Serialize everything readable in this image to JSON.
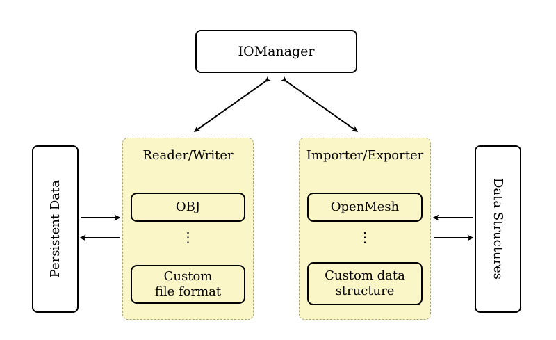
{
  "diagram": {
    "io_manager": {
      "label": "IOManager"
    },
    "left_group": {
      "title": "Reader/Writer",
      "top_item": "OBJ",
      "dots": "⋮",
      "bottom_item": "Custom\nfile format"
    },
    "right_group": {
      "title": "Importer/Exporter",
      "top_item": "OpenMesh",
      "dots": "⋮",
      "bottom_item": "Custom data\nstructure"
    },
    "left_side": {
      "label": "Persistent Data"
    },
    "right_side": {
      "label": "Data Structures"
    },
    "colors": {
      "group_fill": "#fbf6c8",
      "group_border": "#a8a878",
      "node_border": "#000000",
      "background": "#ffffff",
      "arrow": "#000000"
    }
  }
}
